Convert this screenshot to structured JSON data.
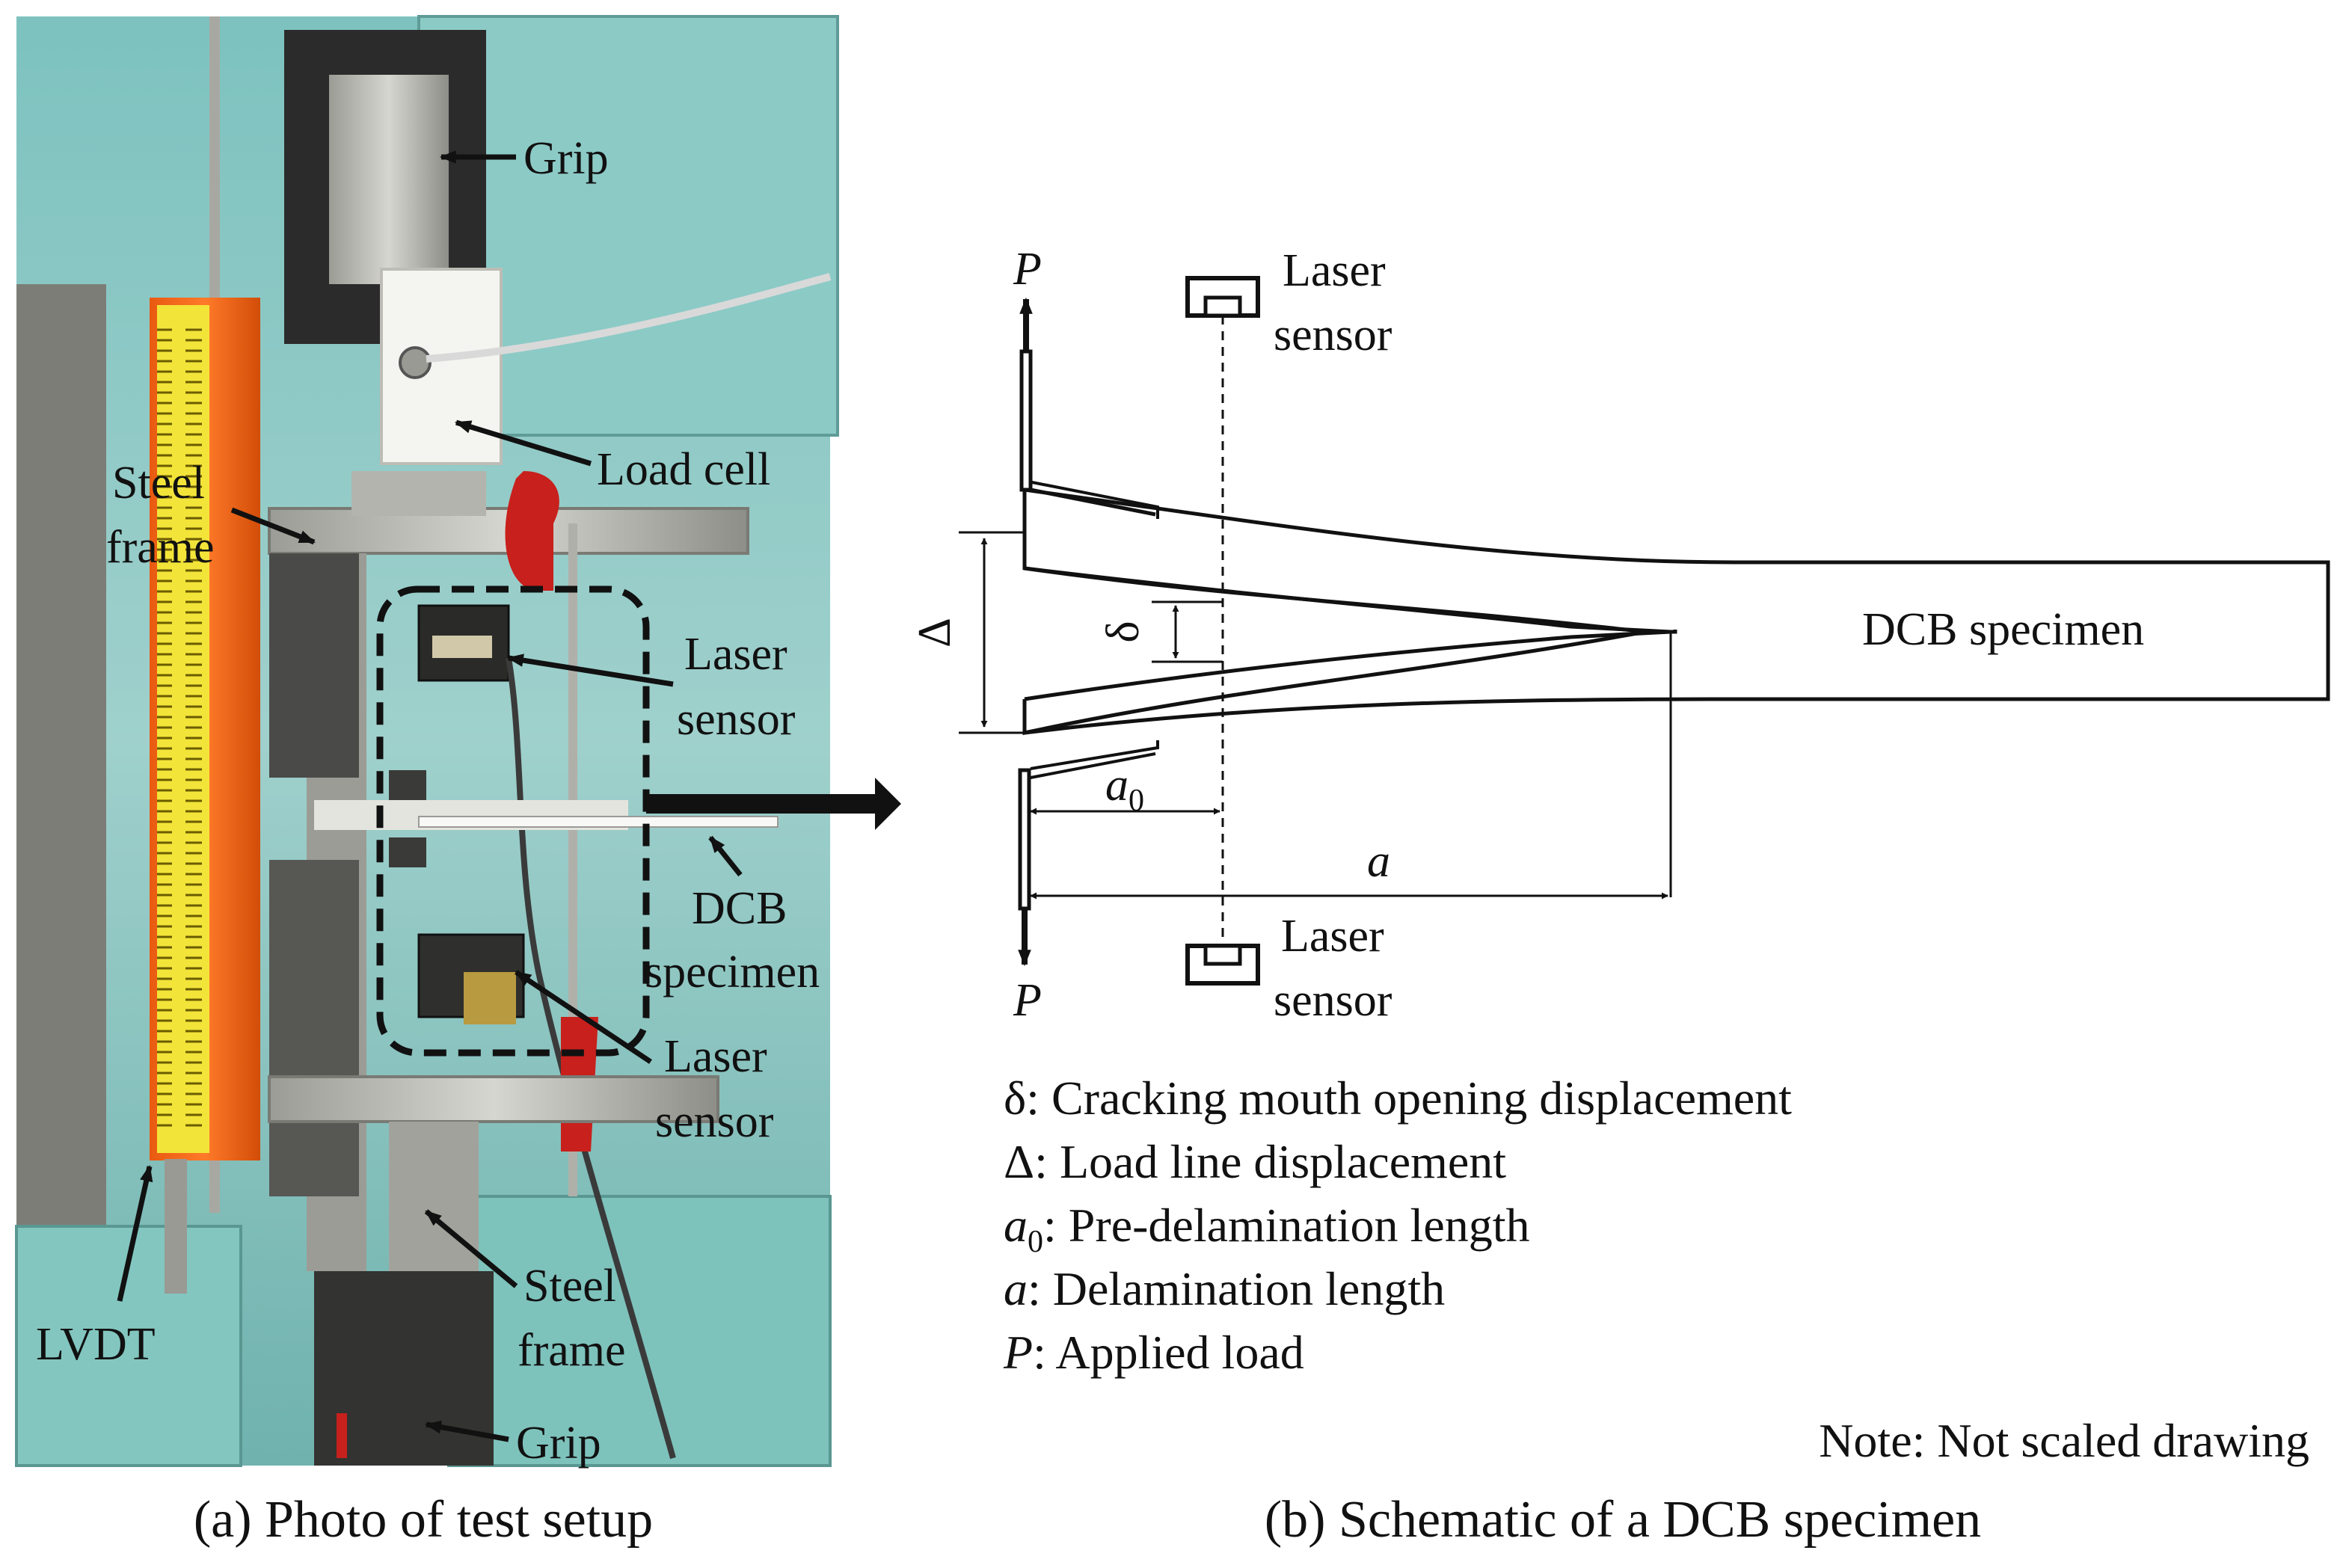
{
  "photo": {
    "labels": {
      "grip_top": "Grip",
      "load_cell": "Load cell",
      "steel_frame_top_1": "Steel",
      "steel_frame_top_2": "frame",
      "laser_sensor_top_1": "Laser",
      "laser_sensor_top_2": "sensor",
      "dcb_specimen_1": "DCB",
      "dcb_specimen_2": "specimen",
      "laser_sensor_bottom_1": "Laser",
      "laser_sensor_bottom_2": "sensor",
      "steel_frame_bottom_1": "Steel",
      "steel_frame_bottom_2": "frame",
      "lvdt": "LVDT",
      "grip_bottom": "Grip"
    },
    "caption": "(a) Photo of test setup"
  },
  "schematic": {
    "labels": {
      "load_top": "P",
      "load_bottom": "P",
      "laser_top_1": "Laser",
      "laser_top_2": "sensor",
      "laser_bottom_1": "Laser",
      "laser_bottom_2": "sensor",
      "delta_big": "Δ",
      "delta_small": "δ",
      "a0": "a",
      "a0_sub": "0",
      "a": "a",
      "specimen": "DCB specimen"
    },
    "legend": [
      {
        "sym": "δ",
        "sub": "",
        "sym_italic": false,
        "text": ": Cracking mouth opening displacement"
      },
      {
        "sym": "Δ",
        "sub": "",
        "sym_italic": false,
        "text": ": Load line displacement"
      },
      {
        "sym": "a",
        "sub": "0",
        "sym_italic": true,
        "text": ": Pre-delamination length"
      },
      {
        "sym": "a",
        "sub": "",
        "sym_italic": true,
        "text": ": Delamination length"
      },
      {
        "sym": "P",
        "sub": "",
        "sym_italic": true,
        "text": ": Applied load"
      }
    ],
    "note": "Note: Not scaled drawing",
    "caption": "(b) Schematic of a DCB specimen"
  }
}
